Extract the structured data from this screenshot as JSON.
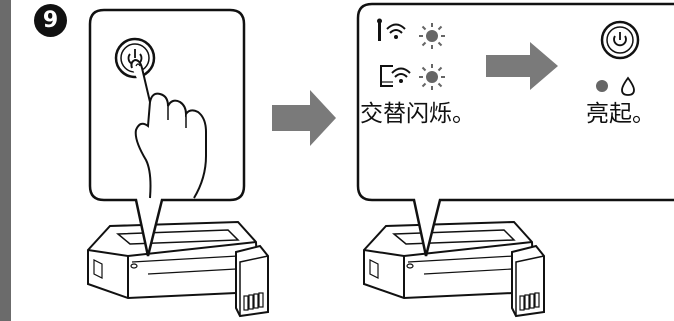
{
  "step": {
    "number": "9"
  },
  "before": {
    "caption": "交替闪烁。",
    "indicators": [
      "wifi-signal-icon",
      "wifi-direct-icon"
    ],
    "state": "blinking"
  },
  "after": {
    "caption": "亮起。",
    "indicators": [
      "power-light-icon",
      "ink-drop-icon"
    ],
    "state": "on"
  },
  "colors": {
    "outline": "#111111",
    "arrow": "#7a7a7a",
    "sidebar": "#6b6b6b",
    "light": "#666666"
  }
}
